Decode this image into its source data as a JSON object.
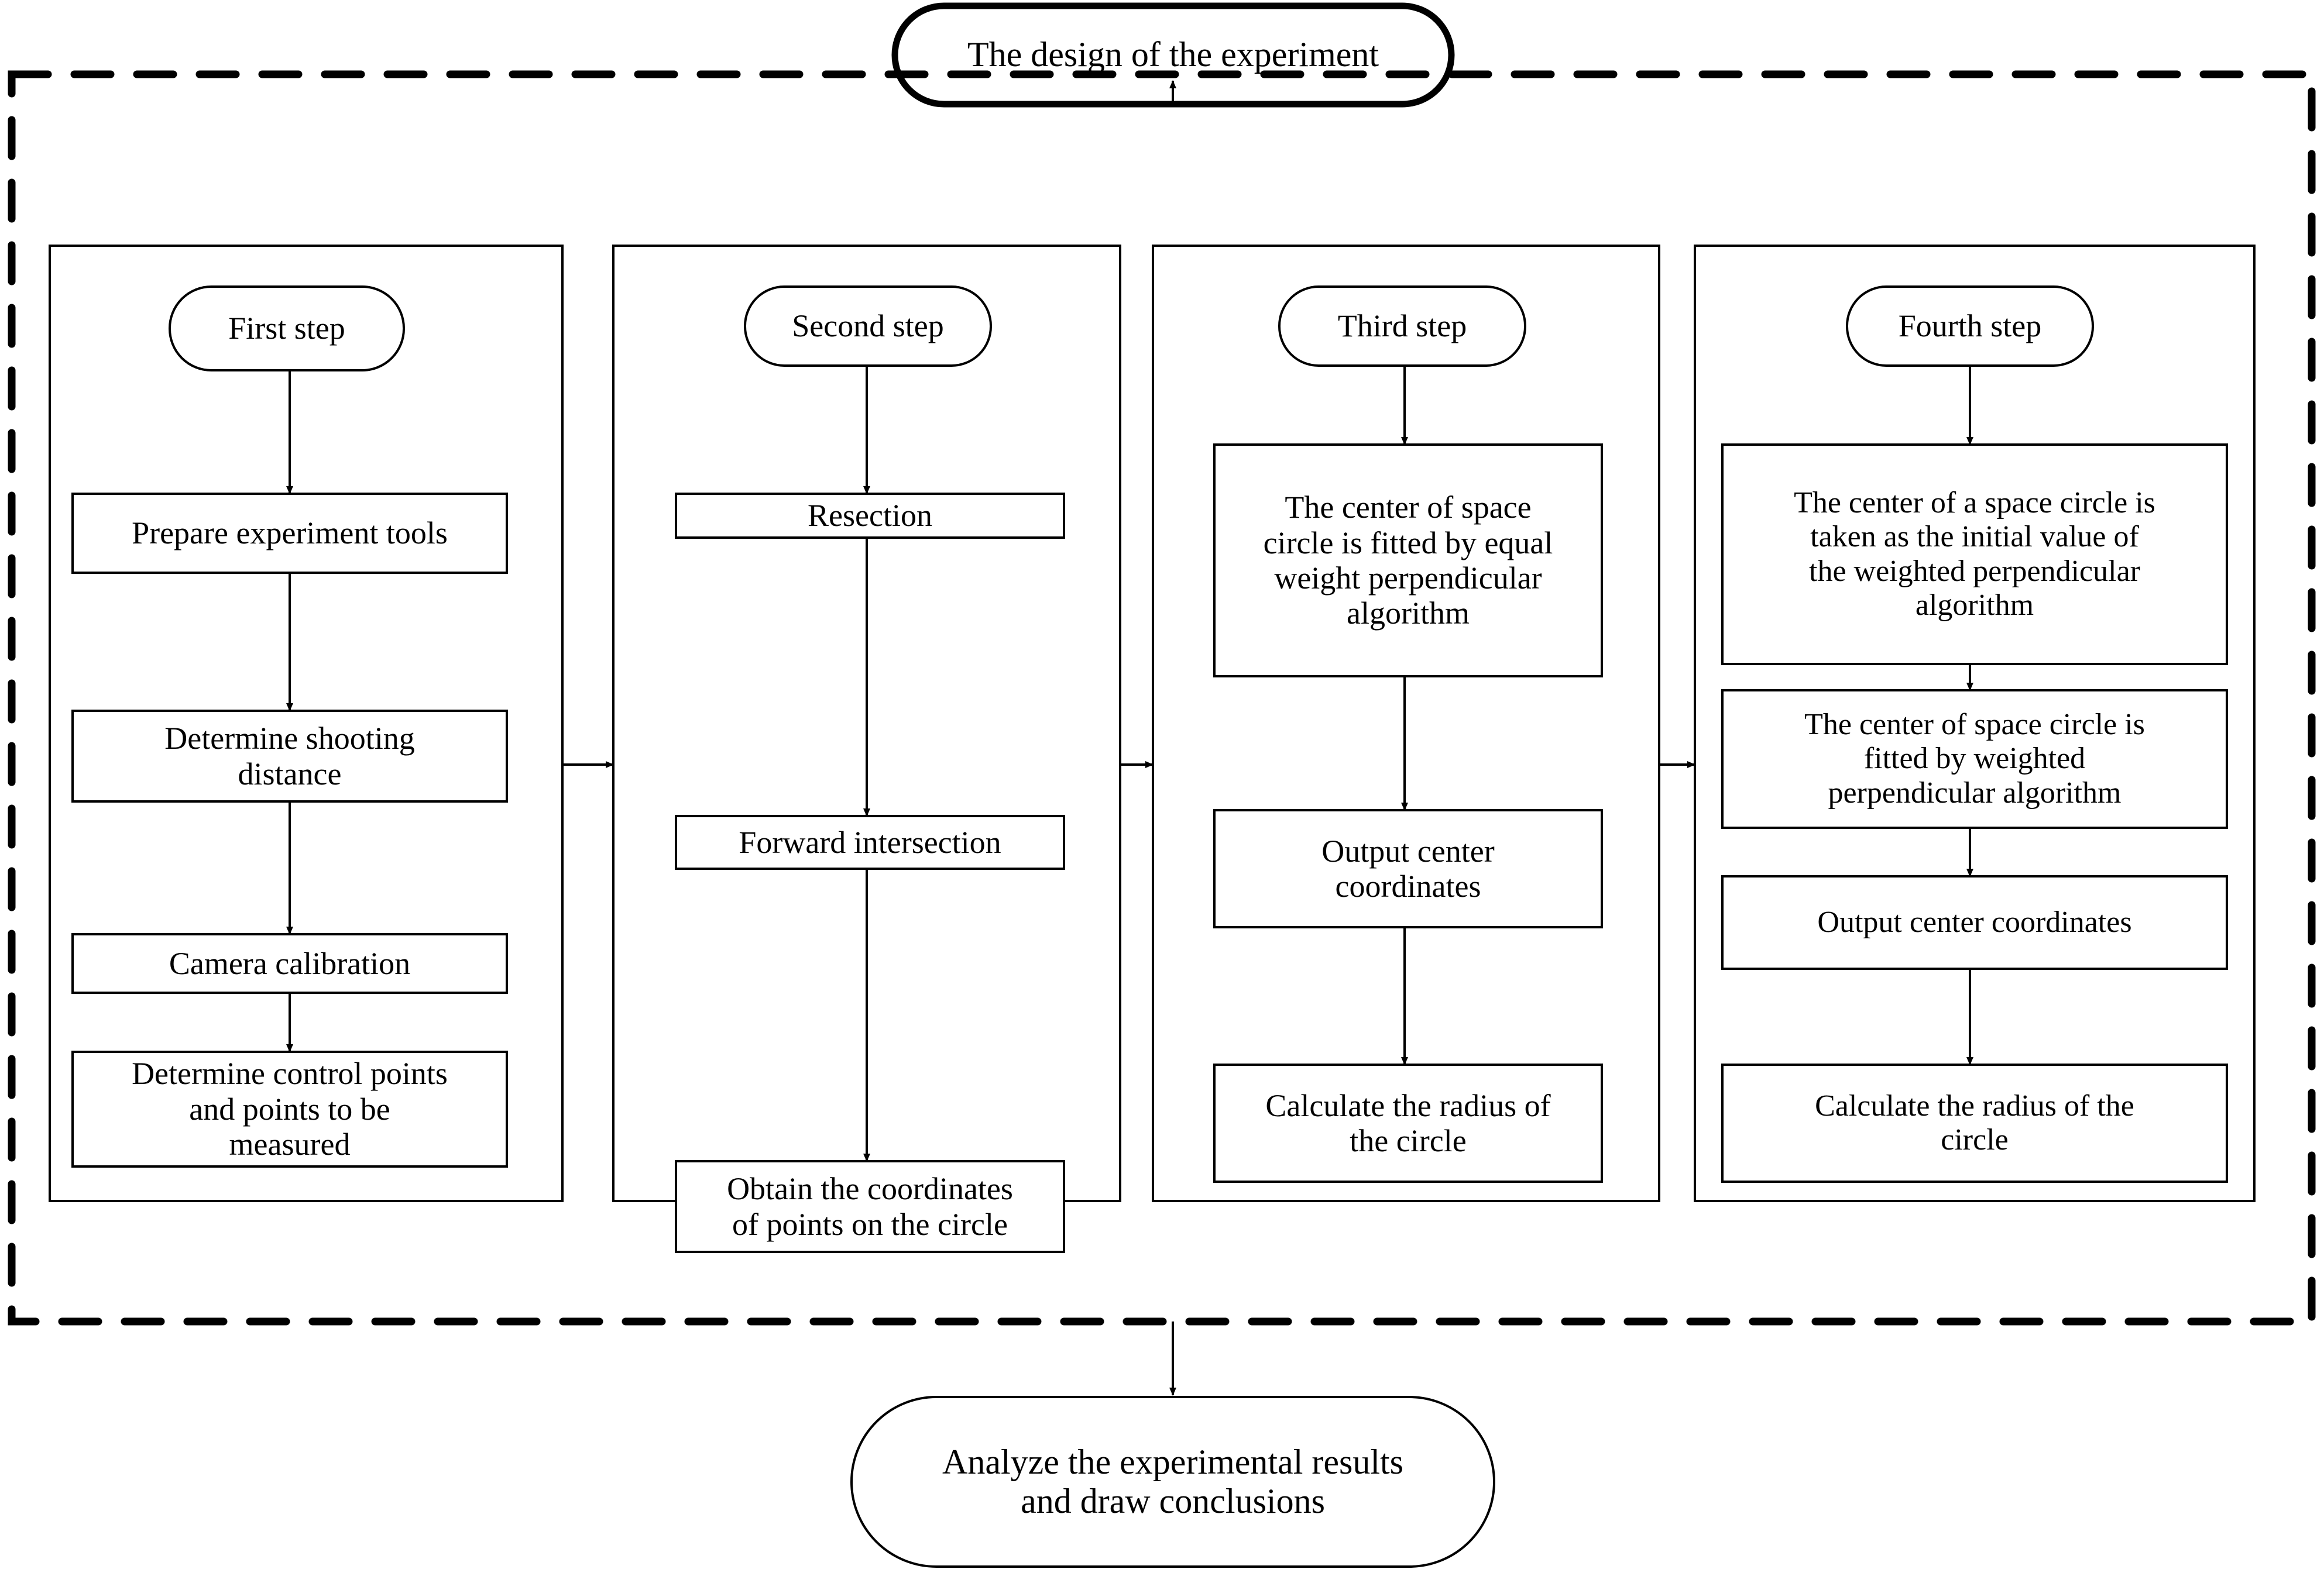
{
  "diagram": {
    "title_node": {
      "label": "The design of the experiment"
    },
    "conclusion_node": {
      "label": "Analyze the experimental results\nand draw conclusions"
    },
    "container": {
      "style": "dashed-border"
    },
    "colors": {
      "stroke": "#000000",
      "text": "#000000",
      "background": "#ffffff"
    },
    "columns": [
      {
        "id": "column-1",
        "step_label": "First step",
        "steps": [
          {
            "label": "Prepare experiment tools"
          },
          {
            "label": "Determine shooting\ndistance"
          },
          {
            "label": "Camera calibration"
          },
          {
            "label": "Determine control points\nand points to be\nmeasured"
          }
        ]
      },
      {
        "id": "column-2",
        "step_label": "Second step",
        "steps": [
          {
            "label": "Resection"
          },
          {
            "label": "Forward intersection"
          },
          {
            "label": "Obtain the coordinates\nof  points on the circle"
          }
        ]
      },
      {
        "id": "column-3",
        "step_label": "Third step",
        "steps": [
          {
            "label": "The center of space\ncircle is fitted by equal\nweight perpendicular\nalgorithm"
          },
          {
            "label": "Output center\ncoordinates"
          },
          {
            "label": "Calculate the radius of\nthe circle"
          }
        ]
      },
      {
        "id": "column-4",
        "step_label": "Fourth step",
        "steps": [
          {
            "label": "The center of a space circle is\ntaken as the initial value of\nthe weighted perpendicular\nalgorithm"
          },
          {
            "label": "The center of space circle is\nfitted by weighted\nperpendicular algorithm"
          },
          {
            "label": "Output center coordinates"
          },
          {
            "label": "Calculate the radius of the\ncircle"
          }
        ]
      }
    ]
  }
}
